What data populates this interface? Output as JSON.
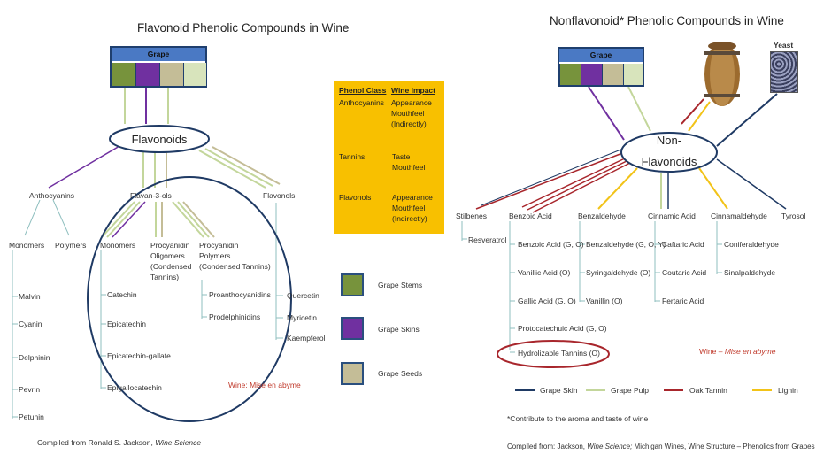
{
  "left": {
    "title": "Flavonoid Phenolic Compounds in Wine",
    "grape_label": "Grape",
    "center": "Flavonoids",
    "branches": {
      "anthocyanins": "Anthocyanins",
      "flavan": "Flavan-3-ols",
      "flavonols": "Flavonols"
    },
    "antho_sub": {
      "monomers": "Monomers",
      "polymers": "Polymers"
    },
    "antho_items": [
      "Malvin",
      "Cyanin",
      "Delphinin",
      "Pevrin",
      "Petunin"
    ],
    "flavan_sub": {
      "monomers": "Monomers",
      "oligomers": [
        "Procyanidin",
        "Oligomers",
        "(Condensed",
        "Tannins)"
      ],
      "polymers": [
        "Procyanidin",
        "Polymers",
        "(Condensed Tannins)"
      ]
    },
    "flavan_monomers": [
      "Catechin",
      "Epicatechin",
      "Epicatechin-gallate",
      "Epigallocatechin"
    ],
    "flavan_polymers": [
      "Proanthocyanidins",
      "Prodelphinidins"
    ],
    "flavonol_items": [
      "Quercetin",
      "Myricetin",
      "Kaempferol"
    ],
    "mise": "Wine: Mise en abyme",
    "credit_prefix": "Compiled from Ronald S. Jackson, ",
    "credit_italic": "Wine Science"
  },
  "legend": {
    "header_class": "Phenol Class",
    "header_impact": "Wine Impact",
    "rows": [
      {
        "cls": "Anthocyanins",
        "impact": [
          "Appearance",
          "Mouthfeel",
          "(Indirectly)"
        ]
      },
      {
        "cls": "Tannins",
        "impact": [
          "Taste",
          "Mouthfeel"
        ]
      },
      {
        "cls": "Flavonols",
        "impact": [
          "Appearance",
          "Mouthfeel",
          "(Indirectly)"
        ]
      }
    ],
    "swatches": [
      {
        "label": "Grape Stems",
        "color": "#77933c"
      },
      {
        "label": "Grape Skins",
        "color": "#7030a0"
      },
      {
        "label": "Grape Seeds",
        "color": "#c4bd97"
      }
    ]
  },
  "right": {
    "title": "Nonflavonoid* Phenolic Compounds in Wine",
    "grape_label": "Grape",
    "yeast_label": "Yeast",
    "center": [
      "Non-",
      "Flavonoids"
    ],
    "branches": [
      "Stilbenes",
      "Benzoic Acid",
      "Benzaldehyde",
      "Cinnamic Acid",
      "Cinnamaldehyde",
      "Tyrosol"
    ],
    "stilbenes": [
      "Resveratrol"
    ],
    "benzoic": [
      "Benzoic Acid (G, O)",
      "Vanillic Acid (O)",
      "Gallic Acid (G, O)",
      "Protocatechuic Acid (G, O)",
      "Hydrolizable Tannins (O)"
    ],
    "benzaldehyde": [
      "Benzaldehyde (G, O, Y)",
      "Syringaldehyde (O)",
      "Vanillin (O)"
    ],
    "cinnamic": [
      "Caftaric Acid",
      "Coutaric Acid",
      "Fertaric Acid"
    ],
    "cinnamaldehyde": [
      "Coniferaldehyde",
      "Sinalpaldehyde"
    ],
    "mise_prefix": "Wine – ",
    "mise_italic": "Mise en abyme",
    "line_legend": [
      {
        "label": "Grape Skin",
        "color": "#1f3a64"
      },
      {
        "label": "Grape Pulp",
        "color": "#c3d69b"
      },
      {
        "label": "Oak Tannin",
        "color": "#a8262c"
      },
      {
        "label": "Lignin",
        "color": "#f2c318"
      }
    ],
    "footnote": "*Contribute to the aroma and taste of wine",
    "credit_prefix": "Compiled from: Jackson, ",
    "credit_italic": "Wine Science;",
    "credit_suffix": " Michigan Wines, Wine Structure – Phenolics from Grapes and Oak"
  },
  "colors": {
    "stem": "#77933c",
    "skin": "#7030a0",
    "seed": "#c4bd97",
    "pale": "#d8e4bc",
    "grape_header": "#4a79c4",
    "navy": "#1f3a64",
    "teal": "#8fbfbf",
    "pulp": "#c3d69b",
    "oak": "#a8262c",
    "lignin": "#f2c318",
    "legend_bg": "#f8c000"
  }
}
